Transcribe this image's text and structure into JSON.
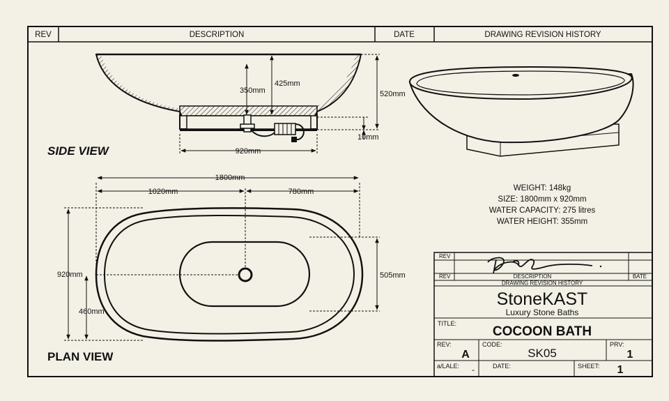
{
  "header": {
    "rev": "REV",
    "description": "DESCRIPTION",
    "date": "DATE",
    "history": "DRAWING REVISION HISTORY"
  },
  "views": {
    "side": "SIDE VIEW",
    "plan": "PLAN VIEW"
  },
  "dimensions": {
    "d350": "350mm",
    "d425": "425mm",
    "d520": "520mm",
    "d10": "10mm",
    "d920_side": "920mm",
    "d1800": "1800mm",
    "d1020": "1020mm",
    "d780": "780mm",
    "d920_plan": "920mm",
    "d460": "460mm",
    "d505": "505mm"
  },
  "specs": {
    "weight": "WEIGHT: 148kg",
    "size": "SIZE: 1800mm x 920mm",
    "capacity": "WATER CAPACITY: 275 litres",
    "water_height": "WATER HEIGHT: 355mm"
  },
  "titleblock": {
    "rev_label_top": "REV",
    "rev_label_bottom": "REV",
    "description_label": "DESCRIPTION",
    "date_label": "BATE",
    "history_label": "DRAWING REVISION HISTORY",
    "company": "StoneKAST",
    "tagline": "Luxury Stone Baths",
    "title_label": "TITLE:",
    "title": "COCOON BATH",
    "rev_field_label": "REV:",
    "rev_value": "A",
    "code_label": "CODE:",
    "code_value": "SK05",
    "prv_label": "PRV:",
    "prv_value": "1",
    "scale_label": "a/LALE:",
    "scale_value": "-",
    "date_field_label": "DATE:",
    "sheet_label": "SHEET:",
    "sheet_value": "1"
  }
}
